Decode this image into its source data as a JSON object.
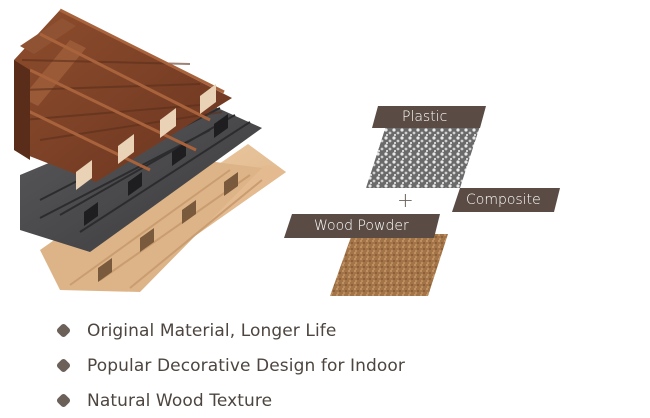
{
  "composite_diagram": {
    "plastic_label": "Plastic",
    "composite_label": "Composite",
    "wood_powder_label": "Wood Powder",
    "plus_sign": "+"
  },
  "features": [
    "Original Material, Longer Life",
    "Popular Decorative Design for Indoor",
    "Natural Wood Texture"
  ],
  "colors": {
    "label_background": "#5a4c44",
    "walnut": "#7a4228",
    "charcoal": "#4a4a4c",
    "light_oak": "#e8c29a",
    "bullet": "#6b6159",
    "text": "#4d453f"
  }
}
